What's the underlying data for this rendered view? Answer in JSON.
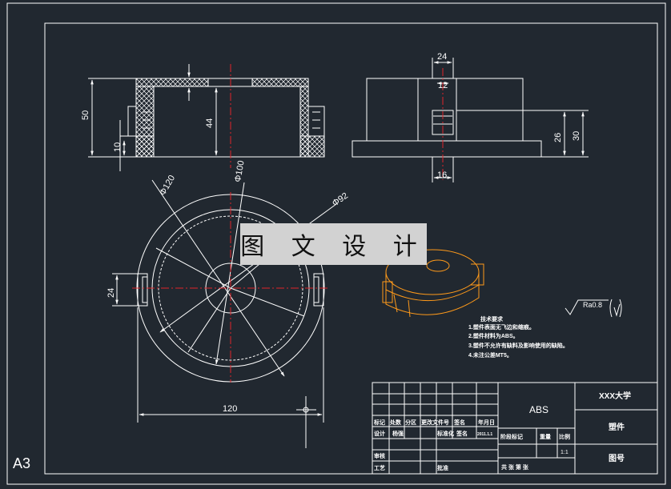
{
  "sheet": {
    "size": "A3",
    "background": "#212830"
  },
  "banner": {
    "text": "图 文 设 计"
  },
  "front_view": {
    "dims": {
      "height": "50",
      "inner_height": "44",
      "base": "10"
    }
  },
  "side_view": {
    "dims": {
      "top_width": "24",
      "mid_width": "12",
      "bottom_width": "16",
      "height_a": "26",
      "height_b": "30"
    }
  },
  "top_view": {
    "dims": {
      "d120": "Φ120",
      "d100": "Φ100",
      "d92": "Φ92",
      "tab": "24",
      "width": "120"
    }
  },
  "roughness": {
    "text": "Ra0.8"
  },
  "tech_notes": {
    "title": "技术要求",
    "items": [
      "1.塑件表面无飞边和缩痕。",
      "2.塑件材料为ABS。",
      "3.塑件不允许有缺料及影响使用的缺陷。",
      "4.未注公差MT5。"
    ]
  },
  "title_block": {
    "material": "ABS",
    "school": "XXX大学",
    "part_name": "塑件",
    "drawing_no": "图号",
    "scale": "1:1",
    "row_headers": [
      "标记",
      "处数",
      "分区",
      "更改文件号",
      "签名",
      "年月日"
    ],
    "design_label": "设计",
    "designer": "杨强",
    "standard_label": "标准化",
    "signature_label": "签名",
    "date_value": "2011.1.1",
    "stage_label": "阶段标记",
    "weight_label": "重量",
    "scale_label": "比例",
    "review_label": "审核",
    "process_label": "工艺",
    "approve_label": "批准",
    "sheets_text": "共  张  第  张"
  },
  "colors": {
    "line": "#ffffff",
    "center": "#e0242a",
    "hatch": "#ffffff",
    "model": "#ff9a1a"
  }
}
